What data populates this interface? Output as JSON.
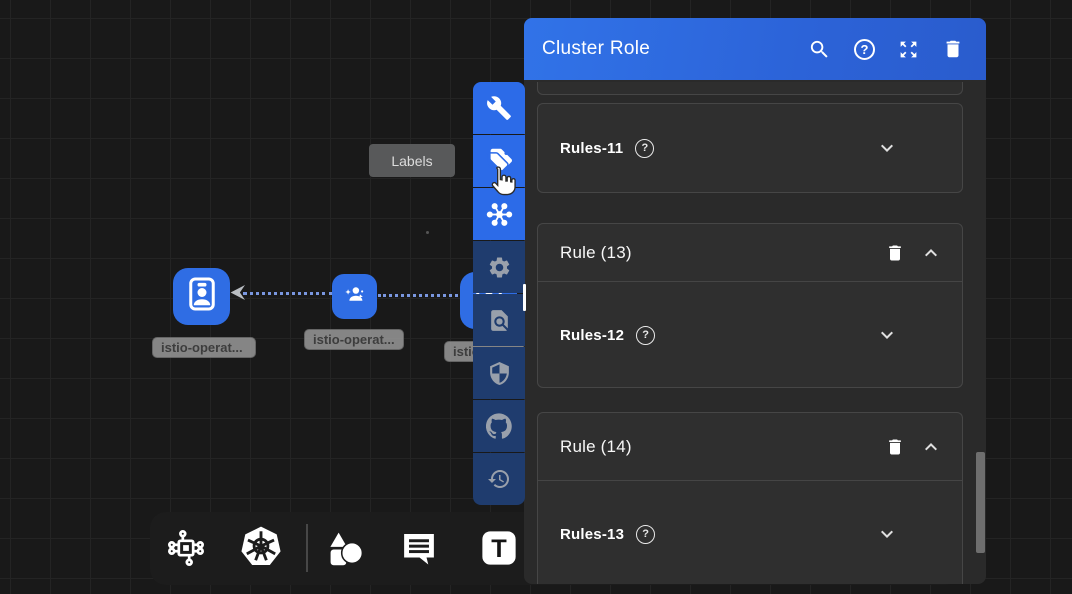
{
  "glyphs": {
    "question": "?"
  },
  "panel": {
    "title": "Cluster Role",
    "header_icons": [
      "search-icon",
      "help-icon",
      "expand-icon",
      "delete-icon"
    ],
    "cards": [
      {
        "kind": "accordion",
        "label": "Rules-11",
        "chevron": "down"
      },
      {
        "kind": "rule",
        "title": "Rule (13)",
        "icons": [
          "delete-icon",
          "chevron-up-icon"
        ],
        "accordion": {
          "label": "Rules-12",
          "chevron": "down"
        }
      },
      {
        "kind": "rule",
        "title": "Rule (14)",
        "icons": [
          "delete-icon",
          "chevron-up-icon"
        ],
        "accordion": {
          "label": "Rules-13",
          "chevron": "down"
        }
      }
    ]
  },
  "tooltip": {
    "text": "Labels"
  },
  "toolbar_vertical": {
    "items": [
      {
        "name": "wrench-icon",
        "active": true
      },
      {
        "name": "labels-tag-icon",
        "active": true,
        "hovered": true
      },
      {
        "name": "hub-icon",
        "active": true
      },
      {
        "name": "settings-gear-icon",
        "active": false
      },
      {
        "name": "doc-search-icon",
        "active": false
      },
      {
        "name": "shield-icon",
        "active": false
      },
      {
        "name": "github-icon",
        "active": false
      },
      {
        "name": "history-clock-icon",
        "active": false
      }
    ]
  },
  "toolbar_bottom": {
    "items": [
      {
        "name": "graph-circuit-icon"
      },
      {
        "name": "kubernetes-icon"
      },
      {
        "name": "shapes-icon"
      },
      {
        "name": "comment-icon"
      },
      {
        "name": "text-tool-icon",
        "glyph": "T"
      }
    ]
  },
  "canvas": {
    "nodes": [
      {
        "label": "istio-operat...",
        "icon": "id-badge-icon"
      },
      {
        "label": "istio-operat...",
        "icon": "user-plus-icon"
      },
      {
        "label": "istio-operat...",
        "icon": "id-badge-icon"
      }
    ],
    "edges": [
      {
        "from": 1,
        "to": 0,
        "style": "dotted-arrow"
      },
      {
        "from": 2,
        "to": 1,
        "style": "dotted"
      }
    ]
  },
  "colors": {
    "accent_blue": "#2c6be8",
    "header_gradient_start": "#3173e8",
    "header_gradient_end": "#2a5ccd",
    "toolbar_inactive_bg": "#1f3c6e",
    "panel_bg": "#2a2a2a",
    "card_bg": "#2f2f2f",
    "canvas_bg": "#191919",
    "tooltip_bg": "#58595a",
    "chip_bg": "#9e9e9e",
    "chip_text": "#3d3d3d"
  }
}
